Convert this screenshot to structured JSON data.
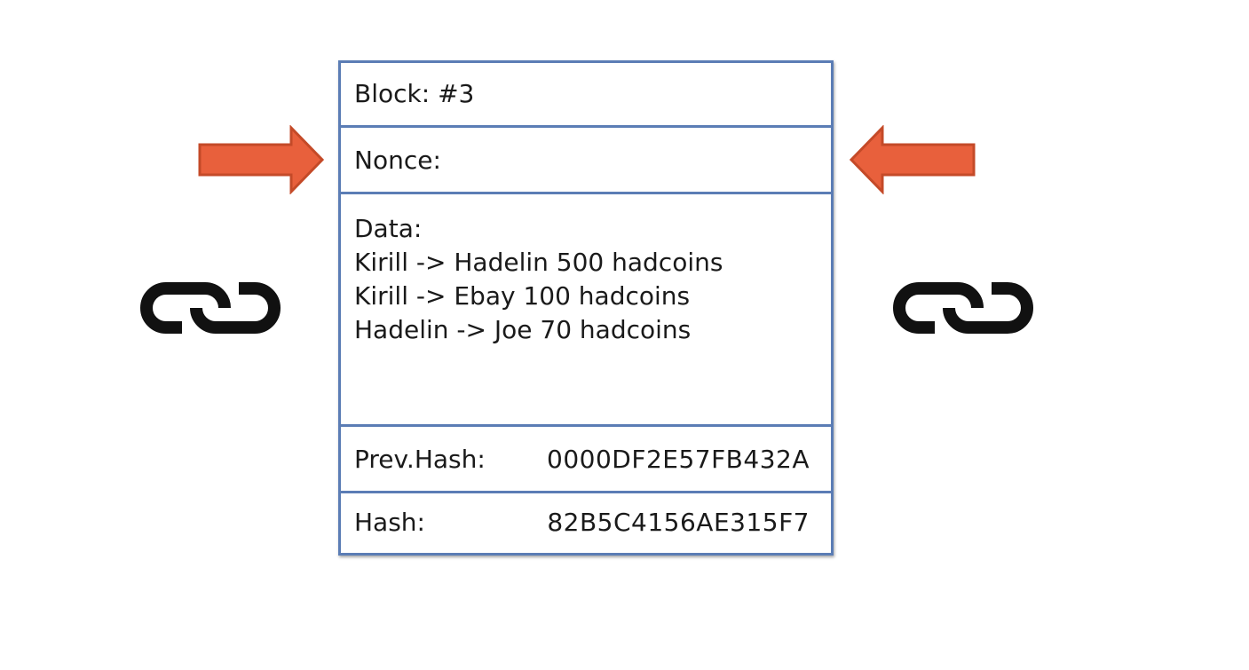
{
  "block": {
    "title": "Block: #3",
    "nonce_label": "Nonce:",
    "data_label": "Data:",
    "transactions": [
      "Kirill -> Hadelin 500 hadcoins",
      "Kirill -> Ebay 100 hadcoins",
      "Hadelin -> Joe 70 hadcoins"
    ],
    "prev_hash_label": "Prev.Hash:",
    "prev_hash_value": "0000DF2E57FB432A",
    "hash_label": "Hash:",
    "hash_value": "82B5C4156AE315F7"
  },
  "icons": {
    "arrow_left_side": "right-arrow-icon",
    "arrow_right_side": "left-arrow-icon",
    "chain_left": "chain-link-icon",
    "chain_right": "chain-link-icon"
  },
  "colors": {
    "border": "#5b7db5",
    "arrow_fill": "#e8603c",
    "arrow_stroke": "#c44a28",
    "chain": "#111111"
  }
}
